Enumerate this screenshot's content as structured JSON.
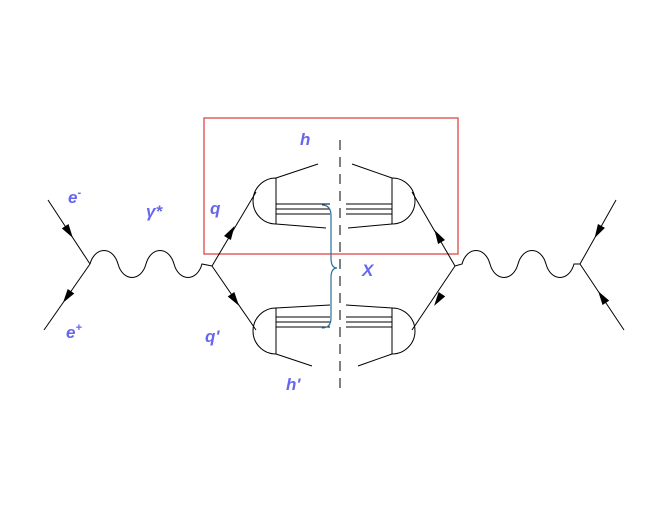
{
  "labels": {
    "e_minus": "e",
    "e_minus_sup": "-",
    "e_plus": "e",
    "e_plus_sup": "+",
    "photon": "γ*",
    "quark": "q",
    "quark_prime": "q'",
    "hadron": "h",
    "hadron_prime": "h'",
    "unobserved": "X"
  },
  "colors": {
    "label": "#6666ee",
    "box": "#e05555",
    "brace": "#2a6f9a",
    "line": "#000000"
  }
}
